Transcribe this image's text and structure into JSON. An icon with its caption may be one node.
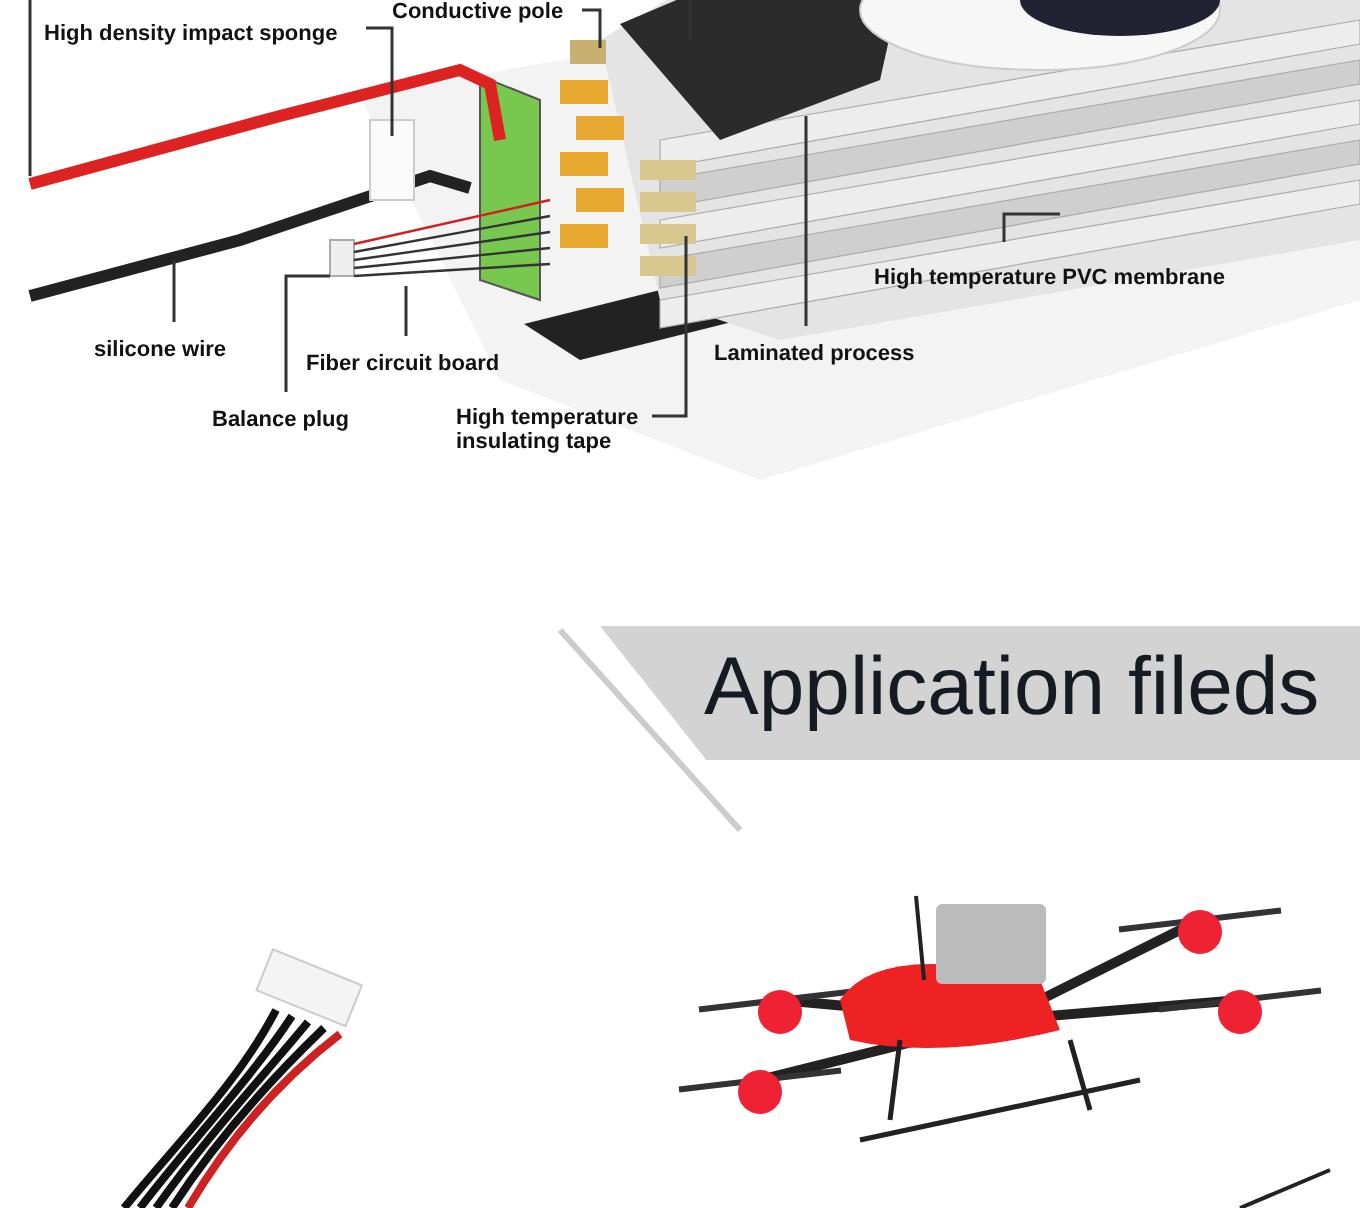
{
  "diagram": {
    "title": "Application fileds",
    "nodes": [
      {
        "text": [
          "Conductive pole"
        ]
      },
      {
        "text": [
          "High density impact sponge"
        ]
      },
      {
        "text": [
          "silicone wire"
        ]
      },
      {
        "text": [
          "Fiber circuit board"
        ]
      },
      {
        "text": [
          "Balance plug"
        ]
      },
      {
        "text": [
          "High temperature insulating tape"
        ]
      },
      {
        "text": [
          "Laminated process"
        ]
      },
      {
        "text": [
          "High temperature PVC membrane"
        ]
      }
    ],
    "edges": [
      {
        "from": 0,
        "to": null,
        "arrow": "none"
      },
      {
        "from": 1,
        "to": null,
        "arrow": "none"
      },
      {
        "from": 2,
        "to": null,
        "arrow": "none"
      },
      {
        "from": 3,
        "to": null,
        "arrow": "none"
      },
      {
        "from": 4,
        "to": null,
        "arrow": "none"
      },
      {
        "from": 5,
        "to": null,
        "arrow": "none"
      },
      {
        "from": 6,
        "to": null,
        "arrow": "none"
      },
      {
        "from": 7,
        "to": null,
        "arrow": "none"
      }
    ]
  }
}
